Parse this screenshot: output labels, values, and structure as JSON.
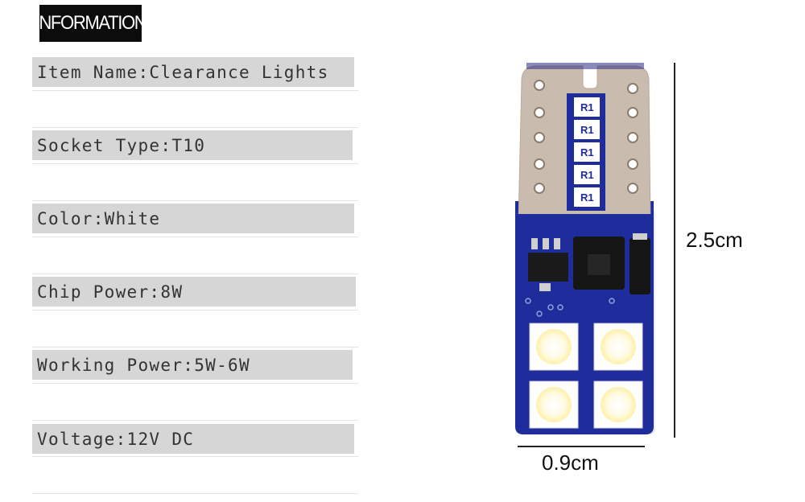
{
  "header": {
    "title": "INFORMATION"
  },
  "specs": [
    {
      "text": "Item Name:Clearance Lights"
    },
    {
      "text": "Socket Type:T10"
    },
    {
      "text": "Color:White"
    },
    {
      "text": "Chip Power:8W"
    },
    {
      "text": "Working Power:5W-6W"
    },
    {
      "text": "Voltage:12V DC"
    }
  ],
  "dimensions": {
    "height": "2.5cm",
    "width": "0.9cm"
  },
  "pcb": {
    "resistor_label": "R1"
  },
  "colors": {
    "pcb_blue": "#1f2d9c",
    "copper": "#c7b9ac",
    "led": "#fffbe8",
    "bar": "#d6d6d6"
  }
}
